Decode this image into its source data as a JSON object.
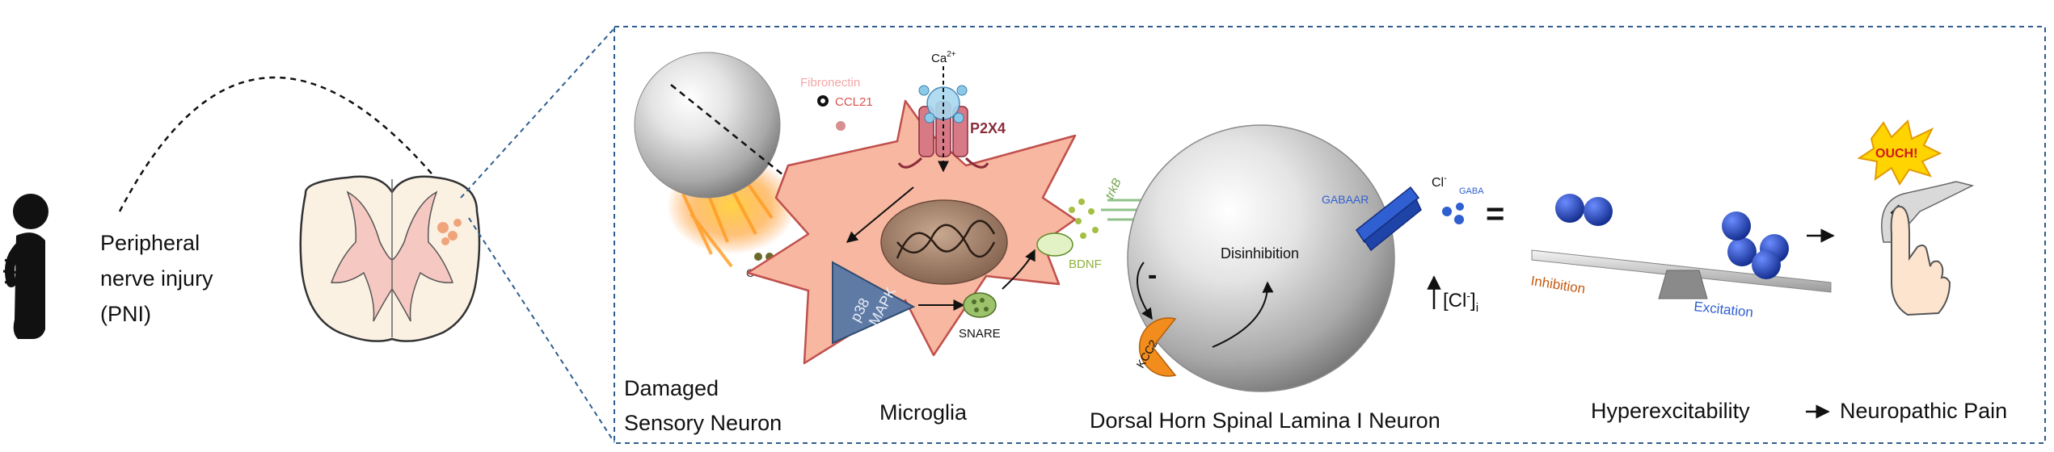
{
  "labels": {
    "pni": [
      "Peripheral",
      "nerve injury",
      "(PNI)"
    ],
    "damaged_sensory_neuron": [
      "Damaged",
      "Sensory Neuron"
    ],
    "microglia": "Microglia",
    "dorsal_horn": "Dorsal Horn Spinal Lamina I Neuron",
    "hyperexcitability": "Hyperexcitability",
    "neuropathic_pain": "Neuropathic Pain"
  },
  "molecules": {
    "ca": "Ca",
    "ca_sup": "2+",
    "p2x4": "P2X4",
    "fibronectin": "Fibronectin",
    "ccl21": "CCL21",
    "ccl2": "CCL2",
    "p38": "p38",
    "mapk": "MAPK",
    "snare": "SNARE",
    "bdnf": "BDNF",
    "trkb": "trkB",
    "kcc2": "KCC2",
    "minus": "-",
    "disinhibition": "Disinhibition",
    "gabaar": "GABAAR",
    "cl": "Cl",
    "cl_sup": "-",
    "gaba": "GABA",
    "cl_conc": "[Cl",
    "cl_conc_sup": "-",
    "cl_conc_close": "]",
    "cl_conc_sub": "i",
    "equals": "=",
    "inhibition": "Inhibition",
    "excitation": "Excitation",
    "ouch": "OUCH!"
  },
  "colors": {
    "microglia_fill": "#f7b7a0",
    "microglia_stroke": "#c0504d",
    "p2x4": "#c0504d",
    "fibronectin": "#f4a6a6",
    "ccl21": "#d9534f",
    "bdnf": "#8db33c",
    "gaba": "#2f5fd0",
    "kcc2": "#f28c1c",
    "inhibition": "#c55a11",
    "excitation": "#2f5fd0",
    "panel_border": "#2e5e8e"
  }
}
